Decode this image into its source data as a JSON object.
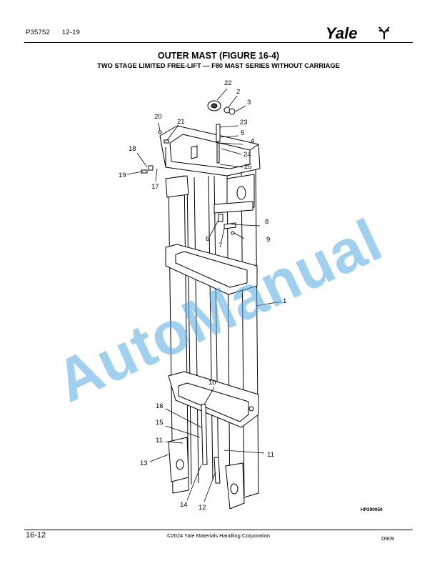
{
  "header": {
    "doc_number": "P35752",
    "revision_date": "12-19",
    "brand": "Yale"
  },
  "figure": {
    "title": "OUTER MAST (FIGURE 16-4)",
    "subtitle": "TWO STAGE LIMITED FREE-LIFT — F80 MAST SERIES WITHOUT CARRIAGE",
    "drawing_code": "HP290050",
    "callouts": [
      "22",
      "2",
      "3",
      "20",
      "21",
      "23",
      "5",
      "4",
      "18",
      "24",
      "25",
      "19",
      "17",
      "8",
      "6",
      "7",
      "9",
      "1",
      "10",
      "16",
      "15",
      "11",
      "11",
      "13",
      "14",
      "12"
    ]
  },
  "watermark": {
    "text": "AutoManual"
  },
  "footer": {
    "page_number": "16-12",
    "copyright": "©2024 Yale Materials Handling Corporation",
    "doc_code": "D909"
  },
  "colors": {
    "watermark": "#50aae1",
    "line": "#000000"
  }
}
